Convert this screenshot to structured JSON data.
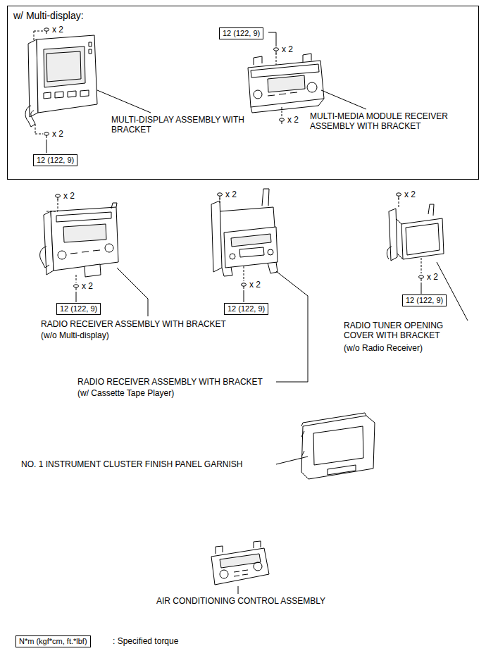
{
  "diagram": {
    "nodes": [
      {
        "text": [
          "w/ Multi-display:"
        ]
      },
      {
        "text": [
          "12 (122, 9)"
        ],
        "in": 0
      },
      {
        "text": [
          "12 (122, 9)"
        ],
        "in": 0
      },
      {
        "text": [
          "12 (122, 9)"
        ]
      },
      {
        "text": [
          "12 (122, 9)"
        ]
      },
      {
        "text": [
          "12 (122, 9)"
        ]
      },
      {
        "text": [
          "N*m (kgf*cm, ft.*lbf)"
        ]
      }
    ],
    "labels": [
      "x 2",
      "x 2",
      "MULTI-DISPLAY ASSEMBLY WITH BRACKET",
      "x 2",
      "x 2",
      "MULTI-MEDIA MODULE RECEIVER ASSEMBLY WITH BRACKET",
      "x 2",
      "x 2",
      "x 2",
      "x 2",
      "x 2",
      "x 2",
      "RADIO RECEIVER ASSEMBLY WITH BRACKET",
      "(w/o Multi-display)",
      "RADIO RECEIVER ASSEMBLY WITH BRACKET",
      "(w/ Cassette Tape Player)",
      "RADIO TUNER OPENING COVER WITH BRACKET",
      "(w/o Radio Receiver)",
      "NO. 1 INSTRUMENT CLUSTER FINISH PANEL GARNISH",
      "AIR CONDITIONING CONTROL ASSEMBLY"
    ],
    "legend": [
      {
        "text": ": Specified torque"
      }
    ]
  }
}
